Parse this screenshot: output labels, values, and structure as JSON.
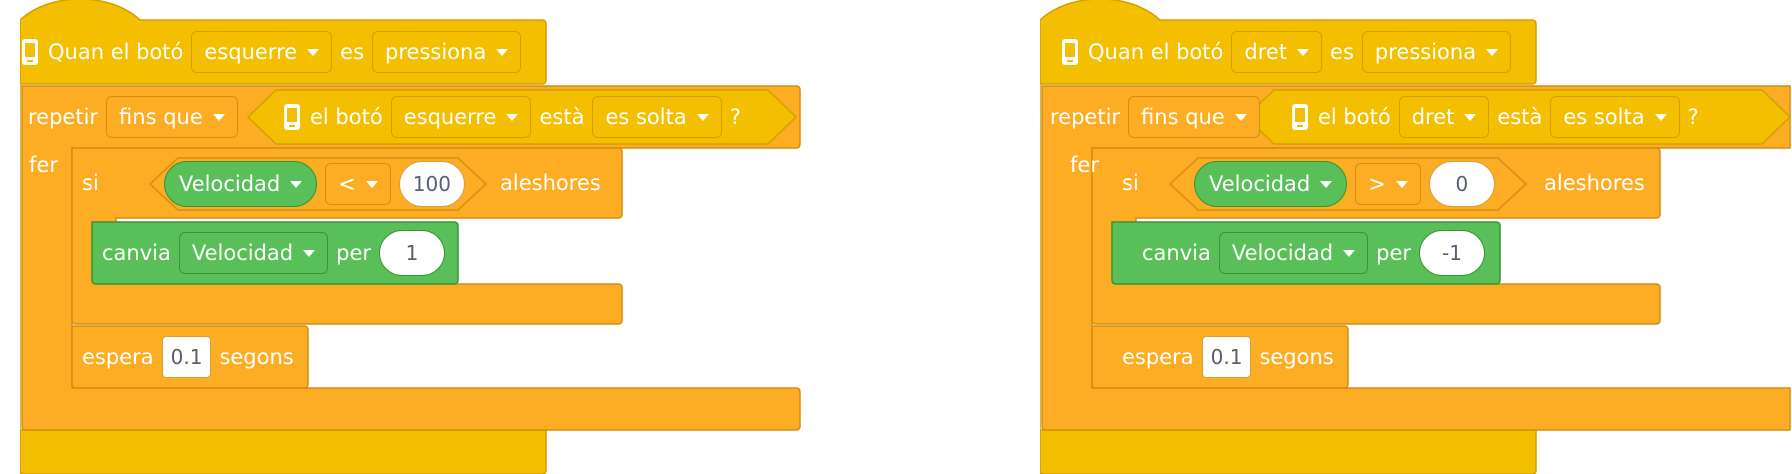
{
  "colors": {
    "events": "#f4bf00",
    "control": "#fdad23",
    "variables": "#59c059",
    "text_dark": "#575e75"
  },
  "scripts": [
    {
      "hat": {
        "icon": "device-icon",
        "label_start": "Quan el botó",
        "button": "esquerre",
        "label_mid": "es",
        "state": "pressiona"
      },
      "repeat": {
        "label": "repetir",
        "mode": "fins que",
        "cond_icon": "device-icon",
        "cond_label": "el botó",
        "cond_button": "esquerre",
        "cond_mid": "està",
        "cond_state": "es solta",
        "cond_q": "?",
        "do_label": "fer"
      },
      "if": {
        "label": "si",
        "variable": "Velocidad",
        "operator": "<",
        "value": "100",
        "then_label": "aleshores"
      },
      "change": {
        "label": "canvia",
        "variable": "Velocidad",
        "per_label": "per",
        "value": "1"
      },
      "wait": {
        "label": "espera",
        "value": "0.1",
        "unit": "segons"
      }
    },
    {
      "hat": {
        "icon": "device-icon",
        "label_start": "Quan el botó",
        "button": "dret",
        "label_mid": "es",
        "state": "pressiona"
      },
      "repeat": {
        "label": "repetir",
        "mode": "fins que",
        "cond_icon": "device-icon",
        "cond_label": "el botó",
        "cond_button": "dret",
        "cond_mid": "està",
        "cond_state": "es solta",
        "cond_q": "?",
        "do_label": "fer"
      },
      "if": {
        "label": "si",
        "variable": "Velocidad",
        "operator": ">",
        "value": "0",
        "then_label": "aleshores"
      },
      "change": {
        "label": "canvia",
        "variable": "Velocidad",
        "per_label": "per",
        "value": "-1"
      },
      "wait": {
        "label": "espera",
        "value": "0.1",
        "unit": "segons"
      }
    }
  ]
}
